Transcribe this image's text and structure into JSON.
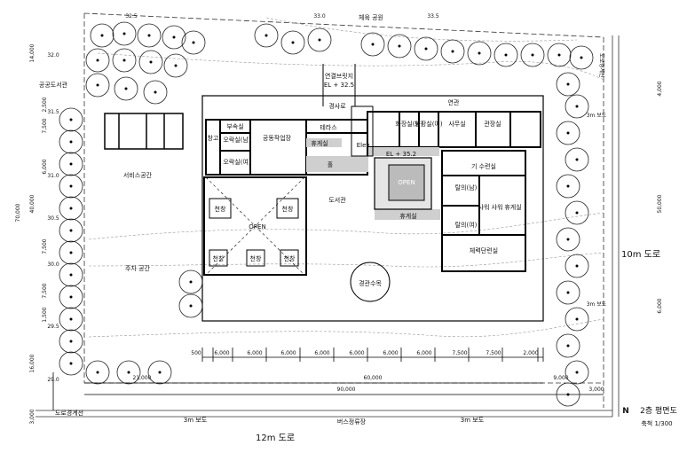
{
  "park_label": "체육 공원",
  "library_label": "공공도서관",
  "service_space": "서비스공간",
  "parking_space": "주차 공간",
  "landscape_tree": "경관수목",
  "bridge_label": "연결브릿지",
  "bridge_el": "EL + 32.5",
  "slope_walk": "경사로",
  "terrace": "테라스",
  "hall": "홀",
  "rest_area": "휴게실",
  "library_room": "도서관",
  "open_label": "OPEN",
  "open_el": "EL + 35.2",
  "lounge": "휴게실",
  "skylight": "천창",
  "jiwon_room": "기 수련실",
  "shower_m": "탈의(남)",
  "shower_f": "탈의(여)",
  "shower1": "샤워",
  "shower2": "샤워",
  "rest_room2": "휴게실",
  "gym": "체력단련실",
  "office": "사무실",
  "mgmt": "관장실",
  "hallway": "연관",
  "toilet_m": "화장실(남)",
  "toilet_f": "화장실(여)",
  "common_work": "공동작업장",
  "wc_m": "오락실(남)",
  "wc_f": "오락실(여)",
  "staff_room": "부속실",
  "storage": "창고",
  "elev": "Elev.",
  "bus_stop": "버스정류장",
  "road_12m": "12m 도로",
  "road_10m": "10m 도로",
  "walkway_3m": "3m 보도",
  "walkway_3m_b": "3m 보도",
  "road_edge": "도로경계선",
  "road_edge_r": "도로경계선",
  "plan_title": "2층 평면도",
  "scale": "축척 1/300",
  "north": "N",
  "kw_label": "휴게실",
  "dims_bottom": [
    "500",
    "6,000",
    "6,000",
    "6,000",
    "6,000",
    "6,000",
    "6,000",
    "6,000",
    "7,500",
    "7,500",
    "2,000"
  ],
  "dim_21000": "21,000",
  "dim_60000": "60,000",
  "dim_90000": "90,000",
  "dim_9000": "9,000",
  "dim_3000": "3,000",
  "dim_right_4000": "4,000",
  "dim_right_50000": "50,000",
  "dim_right_6000": "6,000",
  "dim_left_14000": "14,000",
  "dim_left_70000": "70,000",
  "dim_left_40000": "40,000",
  "dim_left_16000": "16,000",
  "dim_left_3000": "3,000",
  "dim_left_2500": "2,500",
  "dim_left_7500a": "7,500",
  "dim_left_6000": "6,000",
  "dim_left_7500b": "7,500",
  "dim_left_7500c": "7,500",
  "dim_left_1500": "1,500",
  "el_values": [
    "32.5",
    "33.0",
    "33.5",
    "32.0",
    "31.5",
    "31.0",
    "30.5",
    "30.0",
    "29.5",
    "29.0"
  ]
}
